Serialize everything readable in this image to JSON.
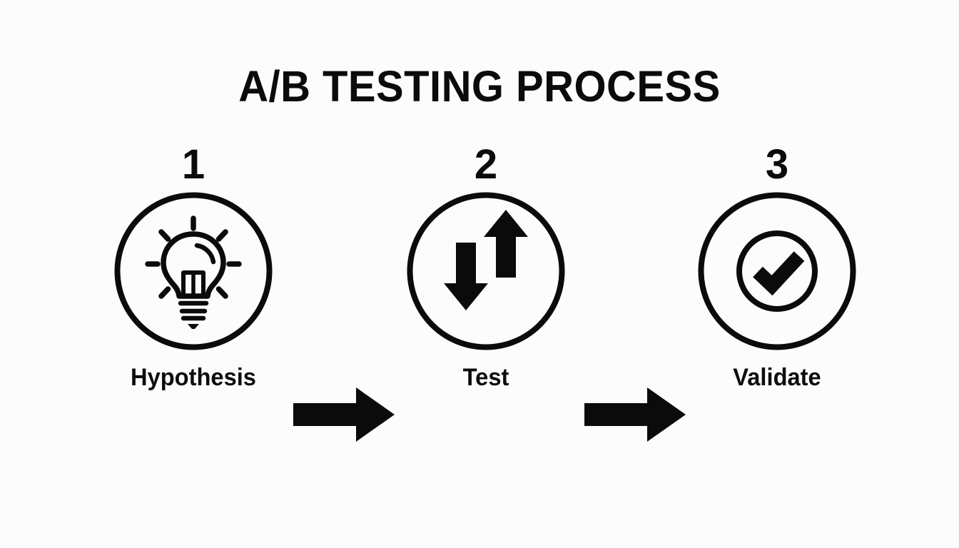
{
  "slide": {
    "title": "A/B TESTING PROCESS",
    "background_color": "#fcfcfc",
    "ink_color": "#0b0b0b"
  },
  "steps": [
    {
      "number": "1",
      "label": "Hypothesis",
      "icon": "lightbulb-icon"
    },
    {
      "number": "2",
      "label": "Test",
      "icon": "up-down-arrows-icon"
    },
    {
      "number": "3",
      "label": "Validate",
      "icon": "check-circle-icon"
    }
  ],
  "connectors": [
    {
      "name": "arrow-right-1",
      "glyph": "block-arrow-right"
    },
    {
      "name": "arrow-right-2",
      "glyph": "block-arrow-right"
    }
  ]
}
